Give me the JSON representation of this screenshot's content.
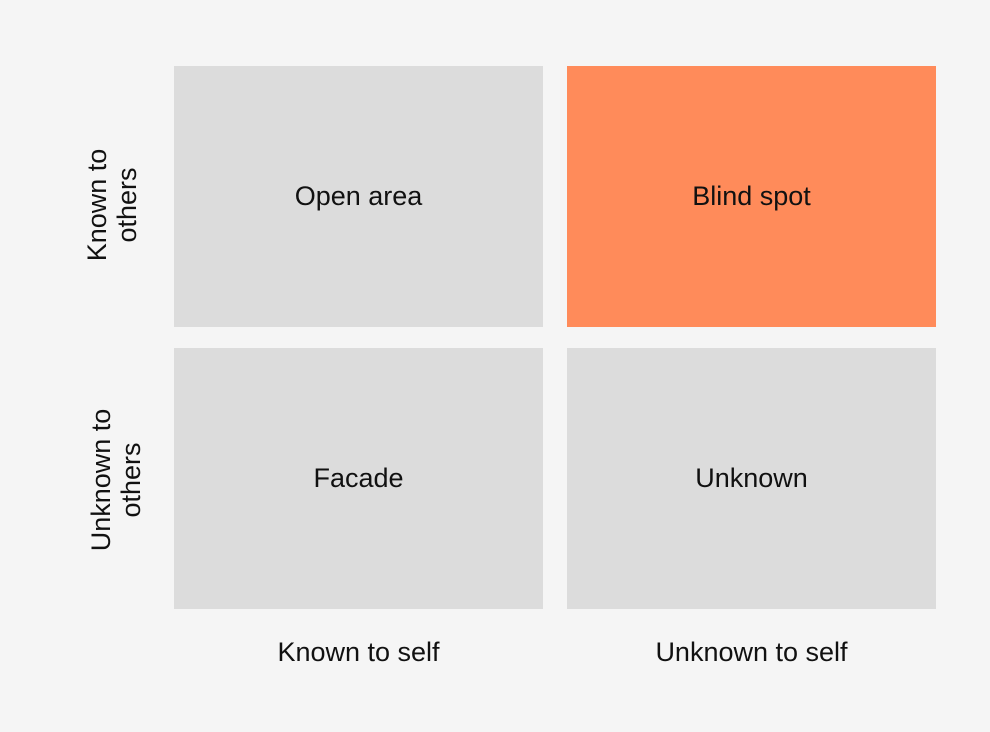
{
  "quadrants": {
    "open_area": "Open area",
    "blind_spot": "Blind spot",
    "facade": "Facade",
    "unknown": "Unknown"
  },
  "columns": {
    "known_to_self": "Known to self",
    "unknown_to_self": "Unknown to self"
  },
  "rows": {
    "known_to_others": "Known to others",
    "unknown_to_others": "Unknown to others"
  },
  "colors": {
    "background": "#f5f5f5",
    "quadrant_default": "#dcdcdc",
    "quadrant_highlight": "#ff8b5a",
    "text": "#111111"
  }
}
